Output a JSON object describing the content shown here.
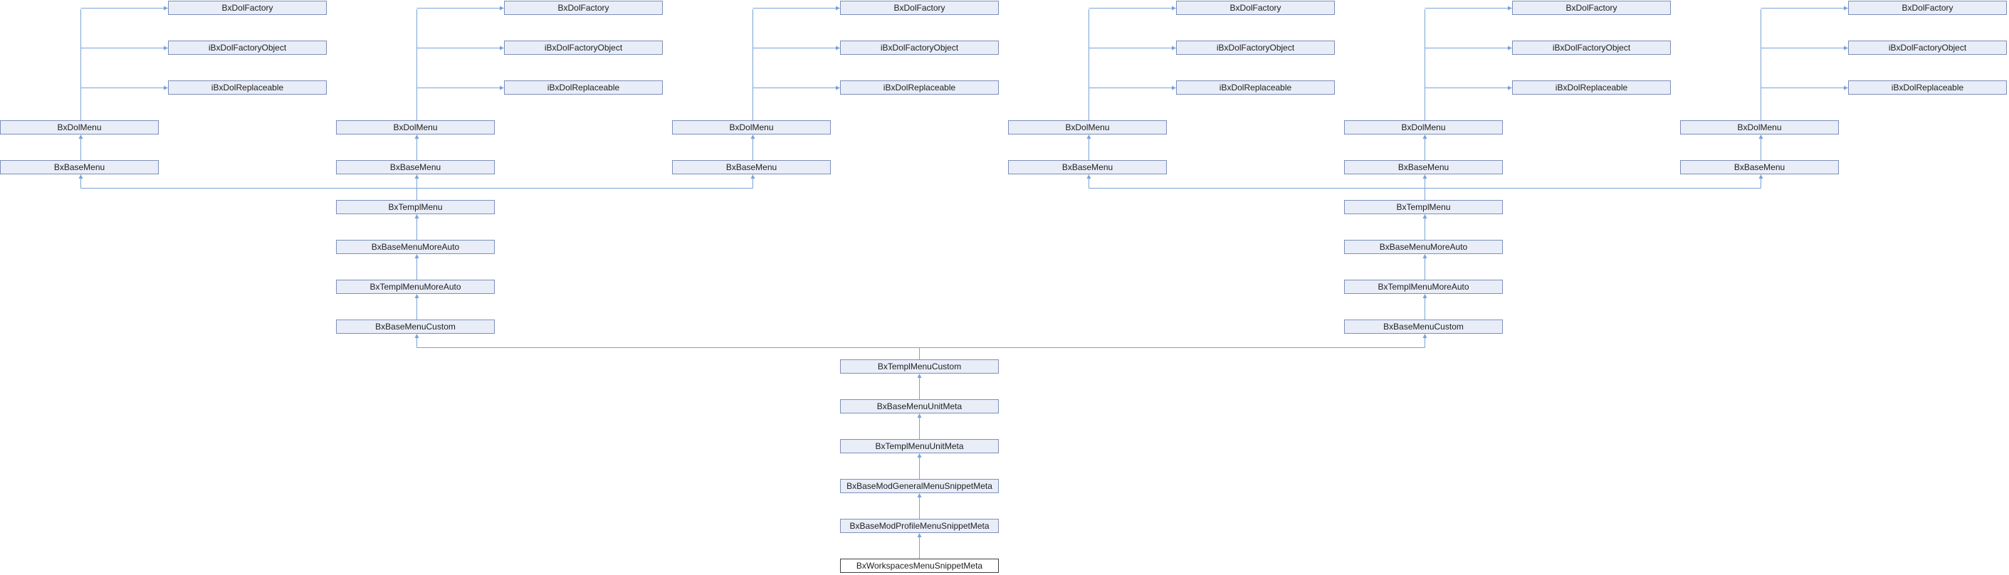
{
  "nodes": {
    "f1": "BxDolFactory",
    "fo1": "iBxDolFactoryObject",
    "r1": "iBxDolReplaceable",
    "m1": "BxDolMenu",
    "b1": "BxBaseMenu",
    "f2": "BxDolFactory",
    "fo2": "iBxDolFactoryObject",
    "r2": "iBxDolReplaceable",
    "m2": "BxDolMenu",
    "b2": "BxBaseMenu",
    "f3": "BxDolFactory",
    "fo3": "iBxDolFactoryObject",
    "r3": "iBxDolReplaceable",
    "m3": "BxDolMenu",
    "b3": "BxBaseMenu",
    "f4": "BxDolFactory",
    "fo4": "iBxDolFactoryObject",
    "r4": "iBxDolReplaceable",
    "m4": "BxDolMenu",
    "b4": "BxBaseMenu",
    "f5": "BxDolFactory",
    "fo5": "iBxDolFactoryObject",
    "r5": "iBxDolReplaceable",
    "m5": "BxDolMenu",
    "b5": "BxBaseMenu",
    "f6": "BxDolFactory",
    "fo6": "iBxDolFactoryObject",
    "r6": "iBxDolReplaceable",
    "m6": "BxDolMenu",
    "b6": "BxBaseMenu",
    "tmL": "BxTemplMenu",
    "bmaL": "BxBaseMenuMoreAuto",
    "tmaL": "BxTemplMenuMoreAuto",
    "bmcL": "BxBaseMenuCustom",
    "tmR": "BxTemplMenu",
    "bmaR": "BxBaseMenuMoreAuto",
    "tmaR": "BxTemplMenuMoreAuto",
    "bmcR": "BxBaseMenuCustom",
    "tmc": "BxTemplMenuCustom",
    "bmum": "BxBaseMenuUnitMeta",
    "tmum": "BxTemplMenuUnitMeta",
    "bgen": "BxBaseModGeneralMenuSnippetMeta",
    "bprof": "BxBaseModProfileMenuSnippetMeta",
    "ws": "BxWorkspacesMenuSnippetMeta"
  }
}
